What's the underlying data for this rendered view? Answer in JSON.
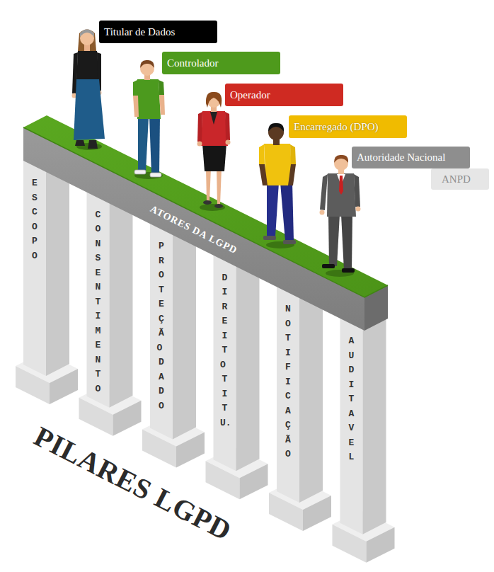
{
  "diagram": {
    "title": "PILARES LGPD",
    "nodes": [
      {
        "text": [
          "Titular de Dados"
        ]
      },
      {
        "text": [
          "Controlador"
        ]
      },
      {
        "text": [
          "Operador"
        ]
      },
      {
        "text": [
          "Encarregado (DPO)"
        ]
      },
      {
        "text": [
          "Autoridade Nacional"
        ]
      },
      {
        "text": [
          "ANPD"
        ]
      },
      {
        "text": [
          "ATORES DA LGPD"
        ]
      },
      {
        "text": [
          "ESCOPO"
        ]
      },
      {
        "text": [
          "CONSENTIMENTO"
        ]
      },
      {
        "text": [
          "PROTEÇÃO DADO"
        ]
      },
      {
        "text": [
          "DIREITO TITU."
        ]
      },
      {
        "text": [
          "NOTIFICAÇÃO"
        ]
      },
      {
        "text": [
          "AUDITAVEL"
        ]
      }
    ]
  }
}
